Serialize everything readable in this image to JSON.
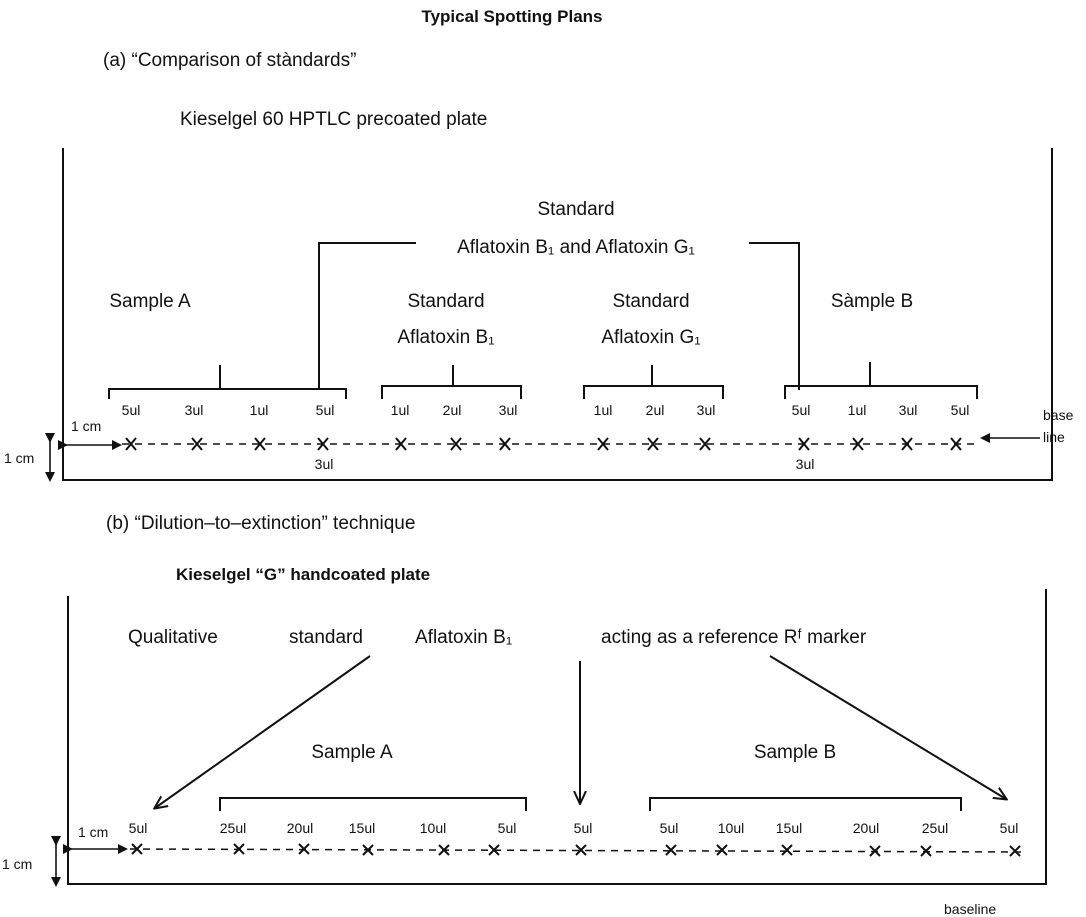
{
  "title": "Typical Spotting Plans",
  "section_a": {
    "heading": "(a)  “Comparison of stàndards”",
    "plate": "Kieselgel 60 HPTLC precoated plate",
    "standard_label": "Standard",
    "standard_both": "Aflatoxin B₁ and Aflatoxin G₁",
    "sample_a": "Sample A",
    "sample_b": "Sàmple B",
    "std_b1_top": "Standard",
    "std_b1": "Aflatoxin B₁",
    "std_g1_top": "Standard",
    "std_g1": "Aflatoxin G₁",
    "volumes_top": [
      "5ul",
      "3ul",
      "1ul",
      "5ul",
      "1ul",
      "2ul",
      "3ul",
      "1ul",
      "2ul",
      "3ul",
      "5ul",
      "1ul",
      "3ul",
      "5ul"
    ],
    "volumes_below": [
      "3ul",
      "3ul"
    ],
    "one_cm_h": "1 cm",
    "one_cm_v": "1 cm",
    "base": "base",
    "line": "line"
  },
  "section_b": {
    "heading": "(b)  “Dilution–to–extinction” technique",
    "plate": "Kieselgel “G” handcoated plate",
    "qualitative": "Qualitative",
    "standard": "standard",
    "aflatoxin": "Aflatoxin B₁",
    "reference": "acting as a reference Rᶠ marker",
    "sample_a": "Sample A",
    "sample_b": "Sample B",
    "volumes": [
      "5ul",
      "25ul",
      "20ul",
      "15ul",
      "10ul",
      "5ul",
      "5ul",
      "5ul",
      "10ul",
      "15ul",
      "20ul",
      "25ul",
      "5ul"
    ],
    "one_cm_h": "1 cm",
    "one_cm_v": "1 cm",
    "baseline": "baseline"
  }
}
